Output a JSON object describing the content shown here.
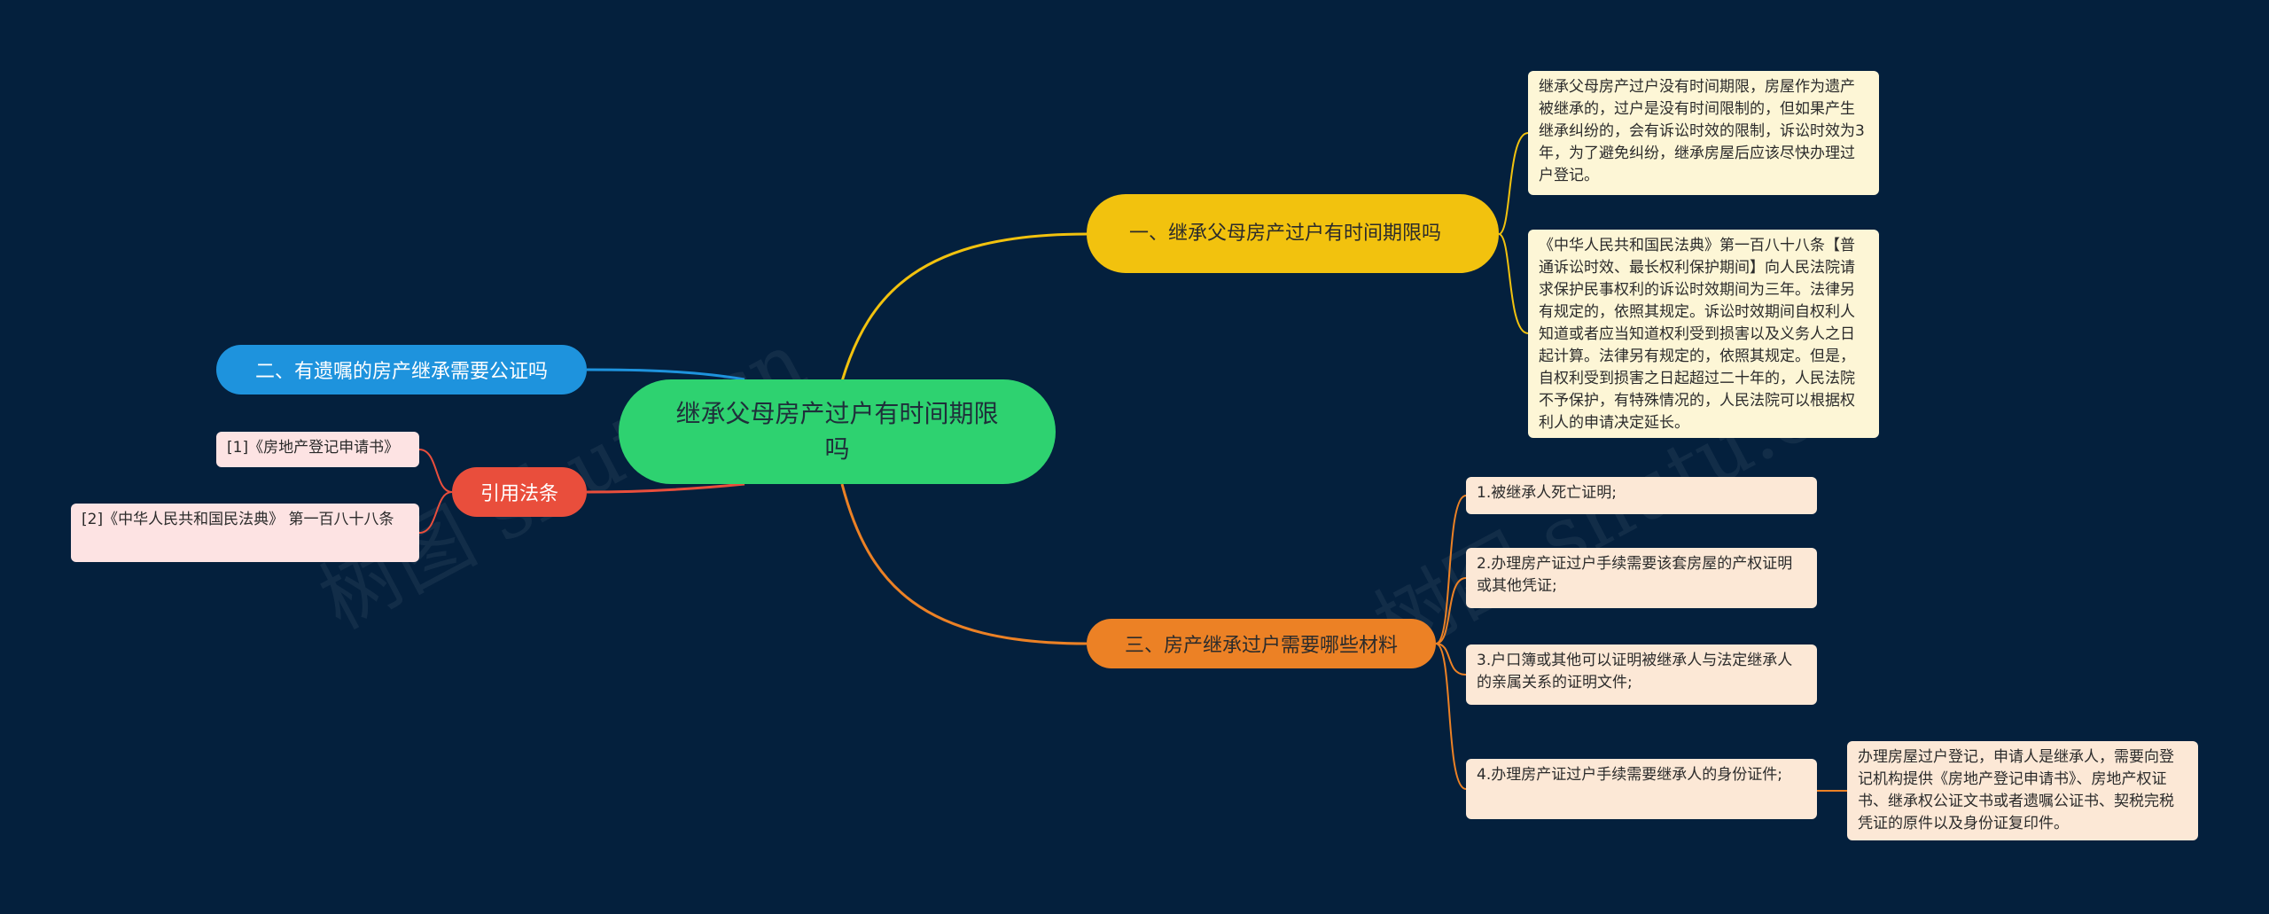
{
  "watermark": "树图 shutu.cn",
  "root": {
    "label": "继承父母房产过户有时间期限吗"
  },
  "branches": {
    "b1": {
      "label": "一、继承父母房产过户有时间期限吗",
      "color": "#f2c20e",
      "children": [
        "继承父母房产过户没有时间期限，房屋作为遗产被继承的，过户是没有时间限制的，但如果产生继承纠纷的，会有诉讼时效的限制，诉讼时效为3年，为了避免纠纷，继承房屋后应该尽快办理过户登记。",
        "《中华人民共和国民法典》第一百八十八条【普通诉讼时效、最长权利保护期间】向人民法院请求保护民事权利的诉讼时效期间为三年。法律另有规定的，依照其规定。诉讼时效期间自权利人知道或者应当知道权利受到损害以及义务人之日起计算。法律另有规定的，依照其规定。但是，自权利受到损害之日起超过二十年的，人民法院不予保护，有特殊情况的，人民法院可以根据权利人的申请决定延长。"
      ]
    },
    "b2": {
      "label": "二、有遗嘱的房产继承需要公证吗",
      "color": "#1e93dd"
    },
    "b3": {
      "label": "引用法条",
      "color": "#e94e3c",
      "children": [
        "[1]《房地产登记申请书》",
        "[2]《中华人民共和国民法典》 第一百八十八条"
      ]
    },
    "b4": {
      "label": "三、房产继承过户需要哪些材料",
      "color": "#ec8125",
      "children": [
        "1.被继承人死亡证明;",
        "2.办理房产证过户手续需要该套房屋的产权证明或其他凭证;",
        "3.户口簿或其他可以证明被继承人与法定继承人的亲属关系的证明文件;",
        "4.办理房产证过户手续需要继承人的身份证件;"
      ],
      "sub": "办理房屋过户登记，申请人是继承人，需要向登记机构提供《房地产登记申请书》、房地产权证书、继承权公证文书或者遗嘱公证书、契税完税凭证的原件以及身份证复印件。"
    }
  }
}
